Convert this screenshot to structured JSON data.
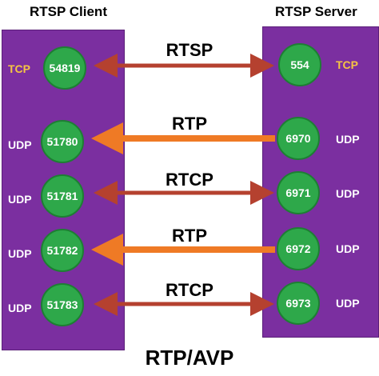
{
  "client": {
    "title": "RTSP Client",
    "ports": [
      {
        "protocol": "TCP",
        "port": "54819"
      },
      {
        "protocol": "UDP",
        "port": "51780"
      },
      {
        "protocol": "UDP",
        "port": "51781"
      },
      {
        "protocol": "UDP",
        "port": "51782"
      },
      {
        "protocol": "UDP",
        "port": "51783"
      }
    ]
  },
  "server": {
    "title": "RTSP Server",
    "ports": [
      {
        "protocol": "TCP",
        "port": "554"
      },
      {
        "protocol": "UDP",
        "port": "6970"
      },
      {
        "protocol": "UDP",
        "port": "6971"
      },
      {
        "protocol": "UDP",
        "port": "6972"
      },
      {
        "protocol": "UDP",
        "port": "6973"
      }
    ]
  },
  "links": [
    {
      "label": "RTSP",
      "direction": "bidirectional",
      "color": "#b5412f"
    },
    {
      "label": "RTP",
      "direction": "server-to-client",
      "color": "#ef7a25"
    },
    {
      "label": "RTCP",
      "direction": "bidirectional",
      "color": "#b5412f"
    },
    {
      "label": "RTP",
      "direction": "server-to-client",
      "color": "#ef7a25"
    },
    {
      "label": "RTCP",
      "direction": "bidirectional",
      "color": "#b5412f"
    }
  ],
  "footer": "RTP/AVP",
  "colors": {
    "panel": "#7b2fa0",
    "port_circle": "#2ea84a",
    "tcp_text": "#f6c543",
    "udp_text": "#ffffff"
  }
}
